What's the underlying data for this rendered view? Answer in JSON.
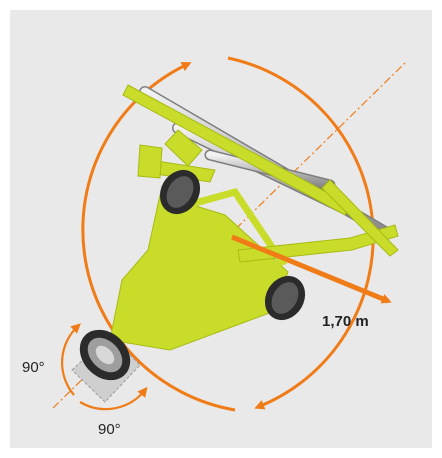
{
  "labels": {
    "radius": "1,70 m",
    "angle_left": "90°",
    "angle_bottom": "90°"
  },
  "colors": {
    "background": "#e9e9e9",
    "machine": "#c9dc2a",
    "arrow": "#f07c18",
    "tube": "#c3c3c3",
    "tire": "#2b2b2b",
    "centerline": "#f07c18"
  }
}
